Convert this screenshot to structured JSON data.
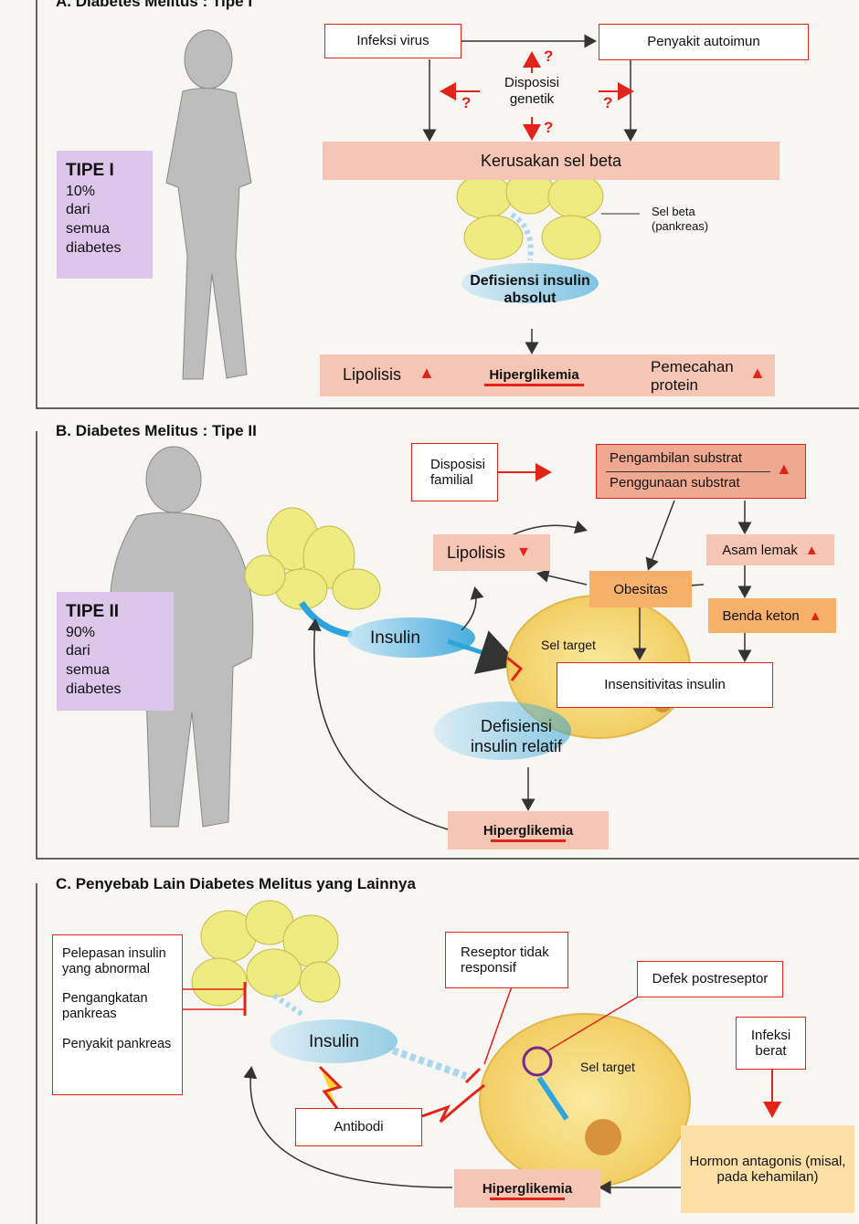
{
  "section_a": {
    "title": "A. Diabetes Melitus : Tipe I",
    "tipe_label": "TIPE I",
    "tipe_desc": [
      "10%",
      "dari",
      "semua",
      "diabetes"
    ],
    "infeksi_virus": "Infeksi virus",
    "penyakit_autoimun": "Penyakit autoimun",
    "disposisi_genetik": "Disposisi genetik",
    "question_marks": [
      "?",
      "?",
      "?",
      "?"
    ],
    "kerusakan_sel_beta": "Kerusakan sel beta",
    "sel_beta_label": "Sel beta (pankreas)",
    "defisiensi_absolut": "Defisiensi insulin absolut",
    "lipolisis": "Lipolisis",
    "hiperglikemia": "Hiperglikemia",
    "pemecahan_protein": "Pemecahan protein"
  },
  "section_b": {
    "title": "B. Diabetes Melitus : Tipe II",
    "tipe_label": "TIPE II",
    "tipe_desc": [
      "90%",
      "dari",
      "semua",
      "diabetes"
    ],
    "disposisi_familial": "Disposisi familial",
    "pengambilan_substrat": "Pengambilan substrat",
    "penggunaan_substrat": "Penggunaan substrat",
    "lipolisis": "Lipolisis",
    "obesitas": "Obesitas",
    "asam_lemak": "Asam lemak",
    "benda_keton": "Benda keton",
    "insulin": "Insulin",
    "sel_target": "Sel target",
    "insensitivitas": "Insensitivitas insulin",
    "defisiensi_relatif": "Defisiensi insulin relatif",
    "hiperglikemia": "Hiperglikemia"
  },
  "section_c": {
    "title": "C. Penyebab Lain Diabetes Melitus yang Lainnya",
    "pelepasan": "Pelepasan insulin yang abnormal",
    "pengangkatan": "Pengangkatan pankreas",
    "penyakit_pankreas": "Penyakit pankreas",
    "insulin": "Insulin",
    "reseptor": "Reseptor tidak responsif",
    "defek": "Defek postreseptor",
    "sel_target": "Sel target",
    "infeksi_berat": "Infeksi berat",
    "antibodi": "Antibodi",
    "hormon": "Hormon antagonis (misal, pada kehamilan)",
    "hiperglikemia": "Hiperglikemia"
  },
  "colors": {
    "accent_red": "#e2231a",
    "pink": "#f6c6b4",
    "purple": "#dcc6ea",
    "orange": "#f6b06a",
    "cream": "#fbdfa5",
    "cyan": "#4fb6e6",
    "yellow": "#f0ec7a"
  }
}
